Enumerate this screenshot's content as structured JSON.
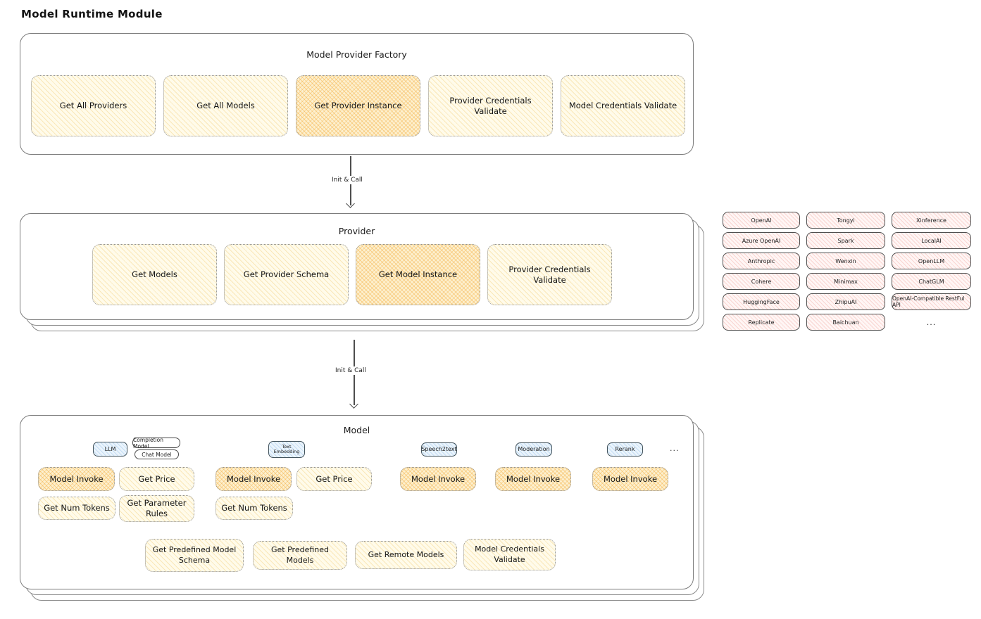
{
  "title": "Model Runtime Module",
  "colors": {
    "yellow_fill": "#fffbea",
    "yellow_hatch": "#f0c668",
    "orange_fill": "#fdf0cf",
    "orange_hatch": "#f3b046",
    "pink_fill": "#fff6f5",
    "pink_hatch": "#e98076",
    "blue_fill": "#eaf4fc",
    "blue_hatch": "#7eb1e2",
    "container_border": "#7c7c7c",
    "text": "#1b1b1b"
  },
  "factory": {
    "title": "Model Provider Factory",
    "buttons": [
      {
        "label": "Get All Providers",
        "highlighted": false
      },
      {
        "label": "Get All Models",
        "highlighted": false
      },
      {
        "label": "Get Provider Instance",
        "highlighted": true
      },
      {
        "label": "Provider Credentials Validate",
        "highlighted": false
      },
      {
        "label": "Model Credentials Validate",
        "highlighted": false
      }
    ]
  },
  "arrows": {
    "factory_to_provider": "Init & Call",
    "provider_to_model": "Init & Call"
  },
  "provider": {
    "title": "Provider",
    "buttons": [
      {
        "label": "Get Models",
        "highlighted": false
      },
      {
        "label": "Get Provider Schema",
        "highlighted": false
      },
      {
        "label": "Get Model Instance",
        "highlighted": true
      },
      {
        "label": "Provider Credentials Validate",
        "highlighted": false
      }
    ]
  },
  "provider_list": {
    "items": [
      "OpenAI",
      "Tongyi",
      "Xinference",
      "Azure OpenAI",
      "Spark",
      "LocalAI",
      "Anthropic",
      "Wenxin",
      "OpenLLM",
      "Cohere",
      "Minimax",
      "ChatGLM",
      "HuggingFace",
      "ZhipuAI",
      "OpenAI-Compatible RestFul API",
      "Replicate",
      "Baichuan"
    ],
    "more": "..."
  },
  "model": {
    "title": "Model",
    "tabs": {
      "llm": "LLM",
      "completion_model": "Completion Model",
      "chat_model": "Chat Model",
      "text_embedding": "Text Embedding",
      "speech2text": "Speech2text",
      "moderation": "Moderation",
      "rerank": "Rerank",
      "more": "..."
    },
    "llm_buttons": [
      {
        "label": "Model Invoke",
        "highlighted": true
      },
      {
        "label": "Get Price",
        "highlighted": false
      },
      {
        "label": "Get Num Tokens",
        "highlighted": false
      },
      {
        "label": "Get Parameter Rules",
        "highlighted": false
      }
    ],
    "embedding_buttons": [
      {
        "label": "Model Invoke",
        "highlighted": true
      },
      {
        "label": "Get Price",
        "highlighted": false
      },
      {
        "label": "Get Num Tokens",
        "highlighted": false
      }
    ],
    "speech2text_buttons": [
      {
        "label": "Model Invoke",
        "highlighted": true
      }
    ],
    "moderation_buttons": [
      {
        "label": "Model Invoke",
        "highlighted": true
      }
    ],
    "rerank_buttons": [
      {
        "label": "Model Invoke",
        "highlighted": true
      }
    ],
    "bottom_buttons": [
      "Get Predefined Model Schema",
      "Get Predefined Models",
      "Get Remote Models",
      "Model Credentials Validate"
    ]
  }
}
